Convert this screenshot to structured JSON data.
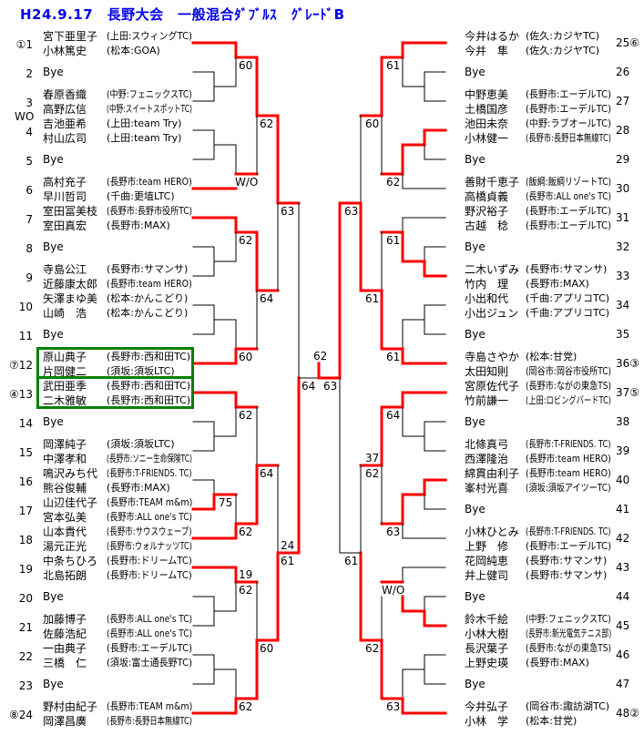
{
  "title": "H24.9.17　長野大会　一般混合ﾀﾞﾌﾞﾙｽ　ｸﾞﾚｰﾄﾞB",
  "colors": {
    "winner_line": "#ff0000",
    "title": "#0000ee",
    "highlight_box": "#008000"
  },
  "left_entries": [
    {
      "no": "1",
      "seed": "①",
      "players": [
        {
          "name": "宮下亜里子",
          "team": "(上田:スウィングTC)"
        },
        {
          "name": "小林篤史",
          "team": "(松本:GOA)"
        }
      ]
    },
    {
      "no": "2",
      "bye": "Bye"
    },
    {
      "no": "3",
      "players": [
        {
          "name": "春原香織",
          "team": "(中野:フェニックスTC)"
        },
        {
          "name": "高野広信",
          "team": "(中野:スイートスポットTC)"
        }
      ]
    },
    {
      "no": "4",
      "note": "WO",
      "players": [
        {
          "name": "吉池亜希",
          "team": "(上田:team Try)"
        },
        {
          "name": "村山広司",
          "team": "(上田:team Try)"
        }
      ]
    },
    {
      "no": "5",
      "bye": "Bye"
    },
    {
      "no": "6",
      "players": [
        {
          "name": "高村充子",
          "team": "(長野市:team HERO)"
        },
        {
          "name": "早川哲司",
          "team": "(千曲:更埴LTC)"
        }
      ]
    },
    {
      "no": "7",
      "players": [
        {
          "name": "室田冨美枝",
          "team": "(長野市:長野市役所TC)"
        },
        {
          "name": "室田真宏",
          "team": "(長野市:MAX)"
        }
      ]
    },
    {
      "no": "8",
      "bye": "Bye"
    },
    {
      "no": "9",
      "players": [
        {
          "name": "寺島公江",
          "team": "(長野市:サマンサ)"
        },
        {
          "name": "近藤康太郎",
          "team": "(長野市:team HERO)"
        }
      ]
    },
    {
      "no": "10",
      "players": [
        {
          "name": "矢澤まゆ美",
          "team": "(松本:かんこどり)"
        },
        {
          "name": "山崎　浩",
          "team": "(松本:かんこどり)"
        }
      ]
    },
    {
      "no": "11",
      "bye": "Bye"
    },
    {
      "no": "12",
      "seed": "⑦",
      "players": [
        {
          "name": "原山典子",
          "team": "(長野市:西和田TC)"
        },
        {
          "name": "片岡健二",
          "team": "(須坂:須坂LTC)"
        }
      ]
    },
    {
      "no": "13",
      "seed": "④",
      "players": [
        {
          "name": "武田亜季",
          "team": "(長野市:西和田TC)"
        },
        {
          "name": "二木雅敏",
          "team": "(長野市:西和田TC)"
        }
      ]
    },
    {
      "no": "14",
      "bye": "Bye"
    },
    {
      "no": "15",
      "players": [
        {
          "name": "岡澤純子",
          "team": "(須坂:須坂LTC)"
        },
        {
          "name": "中澤孝和",
          "team": "(長野市:ソニー生命保険TC)"
        }
      ]
    },
    {
      "no": "16",
      "players": [
        {
          "name": "鳴沢みち代",
          "team": "(長野市:T-FRIENDS. TC)"
        },
        {
          "name": "熊谷俊輔",
          "team": "(長野市:MAX)"
        }
      ]
    },
    {
      "no": "17",
      "players": [
        {
          "name": "山辺佳代子",
          "team": "(長野市:TEAM m&m)"
        },
        {
          "name": "宮本弘美",
          "team": "(長野市:ALL one's TC)"
        }
      ]
    },
    {
      "no": "18",
      "players": [
        {
          "name": "山本貴代",
          "team": "(長野市:サウスウェーブ)"
        },
        {
          "name": "湯元正光",
          "team": "(長野市:ウォルナッツTC)"
        }
      ]
    },
    {
      "no": "19",
      "players": [
        {
          "name": "中条ちひろ",
          "team": "(長野市:ドリームTC)"
        },
        {
          "name": "北島拓朗",
          "team": "(長野市:ドリームTC)"
        }
      ]
    },
    {
      "no": "20",
      "bye": "Bye"
    },
    {
      "no": "21",
      "players": [
        {
          "name": "加藤博子",
          "team": "(長野市:ALL one's TC)"
        },
        {
          "name": "佐藤浩紀",
          "team": "(長野市:ALL one's TC)"
        }
      ]
    },
    {
      "no": "22",
      "players": [
        {
          "name": "一由典子",
          "team": "(長野市:エーデルTC)"
        },
        {
          "name": "三橋　仁",
          "team": "(須坂:富士通長野TC)"
        }
      ]
    },
    {
      "no": "23",
      "bye": "Bye"
    },
    {
      "no": "24",
      "seed": "⑧",
      "players": [
        {
          "name": "野村由紀子",
          "team": "(長野市:TEAM m&m)"
        },
        {
          "name": "岡澤昌廣",
          "team": "(長野市:長野日本無線TC)"
        }
      ]
    }
  ],
  "right_entries": [
    {
      "no": "25",
      "seed": "⑥",
      "players": [
        {
          "name": "今井はるか",
          "team": "(佐久:カジヤTC)"
        },
        {
          "name": "今井　隼",
          "team": "(佐久:カジヤTC)"
        }
      ]
    },
    {
      "no": "26",
      "bye": "Bye"
    },
    {
      "no": "27",
      "players": [
        {
          "name": "中野恵美",
          "team": "(長野市:エーデルTC)"
        },
        {
          "name": "土橋国彦",
          "team": "(長野市:エーデルTC)"
        }
      ]
    },
    {
      "no": "28",
      "players": [
        {
          "name": "池田未奈",
          "team": "(中野:ラブオールTC)"
        },
        {
          "name": "小林健一",
          "team": "(長野市:長野日本無線TC)"
        }
      ]
    },
    {
      "no": "29",
      "bye": "Bye"
    },
    {
      "no": "30",
      "players": [
        {
          "name": "善財千恵子",
          "team": "(飯綱:飯綱リゾートTC)"
        },
        {
          "name": "高橋貞義",
          "team": "(長野市:ALL one's TC)"
        }
      ]
    },
    {
      "no": "31",
      "players": [
        {
          "name": "野沢裕子",
          "team": "(長野市:エーデルTC)"
        },
        {
          "name": "古越　稔",
          "team": "(長野市:エーデルTC)"
        }
      ]
    },
    {
      "no": "32",
      "bye": "Bye"
    },
    {
      "no": "33",
      "players": [
        {
          "name": "二木いずみ",
          "team": "(長野市:サマンサ)"
        },
        {
          "name": "竹内　理",
          "team": "(長野市:MAX)"
        }
      ]
    },
    {
      "no": "34",
      "players": [
        {
          "name": "小出和代",
          "team": "(千曲:アプリコTC)"
        },
        {
          "name": "小出ジュン",
          "team": "(千曲:アプリコTC)"
        }
      ]
    },
    {
      "no": "35",
      "bye": "Bye"
    },
    {
      "no": "36",
      "seed": "③",
      "players": [
        {
          "name": "寺島さやか",
          "team": "(松本:甘党)"
        },
        {
          "name": "太田知則",
          "team": "(岡谷市:岡谷市役所TC)"
        }
      ]
    },
    {
      "no": "37",
      "seed": "⑤",
      "players": [
        {
          "name": "宮原佐代子",
          "team": "(長野市:ながの東急TS)"
        },
        {
          "name": "竹前謙一",
          "team": "(上田:ロビングバードTC)"
        }
      ]
    },
    {
      "no": "38",
      "bye": "Bye"
    },
    {
      "no": "39",
      "players": [
        {
          "name": "北條真弓",
          "team": "(長野市:T-FRIENDS. TC)"
        },
        {
          "name": "西澤隆治",
          "team": "(長野市:team HERO)"
        }
      ]
    },
    {
      "no": "40",
      "players": [
        {
          "name": "綿貫由利子",
          "team": "(長野市:team HERO)"
        },
        {
          "name": "峯村光喜",
          "team": "(須坂:須坂アイツーTC)"
        }
      ]
    },
    {
      "no": "41",
      "bye": "Bye"
    },
    {
      "no": "42",
      "players": [
        {
          "name": "小林ひとみ",
          "team": "(長野市:T-FRIENDS. TC)"
        },
        {
          "name": "上野　修",
          "team": "(長野市:エーデルTC)"
        }
      ]
    },
    {
      "no": "43",
      "players": [
        {
          "name": "花岡純恵",
          "team": "(長野市:サマンサ)"
        },
        {
          "name": "井上健司",
          "team": "(長野市:サマンサ)"
        }
      ]
    },
    {
      "no": "44",
      "bye": "Bye"
    },
    {
      "no": "45",
      "players": [
        {
          "name": "鈴木千絵",
          "team": "(中野:フェニックスTC)"
        },
        {
          "name": "小林大樹",
          "team": "(長野市:新光電気テニス部)"
        }
      ]
    },
    {
      "no": "46",
      "players": [
        {
          "name": "長沢葉子",
          "team": "(長野市:ながの東急TS)"
        },
        {
          "name": "上野史瑛",
          "team": "(長野市:MAX)"
        }
      ]
    },
    {
      "no": "47",
      "bye": "Bye"
    },
    {
      "no": "48",
      "seed": "②",
      "players": [
        {
          "name": "今井弘子",
          "team": "(岡谷市:諏訪湖TC)"
        },
        {
          "name": "小林　学",
          "team": "(松本:甘党)"
        }
      ]
    }
  ],
  "scores": [
    "60",
    "W/O",
    "62",
    "63",
    "62",
    "64",
    "60",
    "62",
    "75",
    "62",
    "64",
    "24",
    "61",
    "19",
    "62",
    "60",
    "62",
    "64",
    "63",
    "62",
    "61",
    "60",
    "62",
    "63",
    "61",
    "61",
    "61",
    "64",
    "37",
    "62",
    "63",
    "61",
    "W/O",
    "62",
    "63"
  ]
}
